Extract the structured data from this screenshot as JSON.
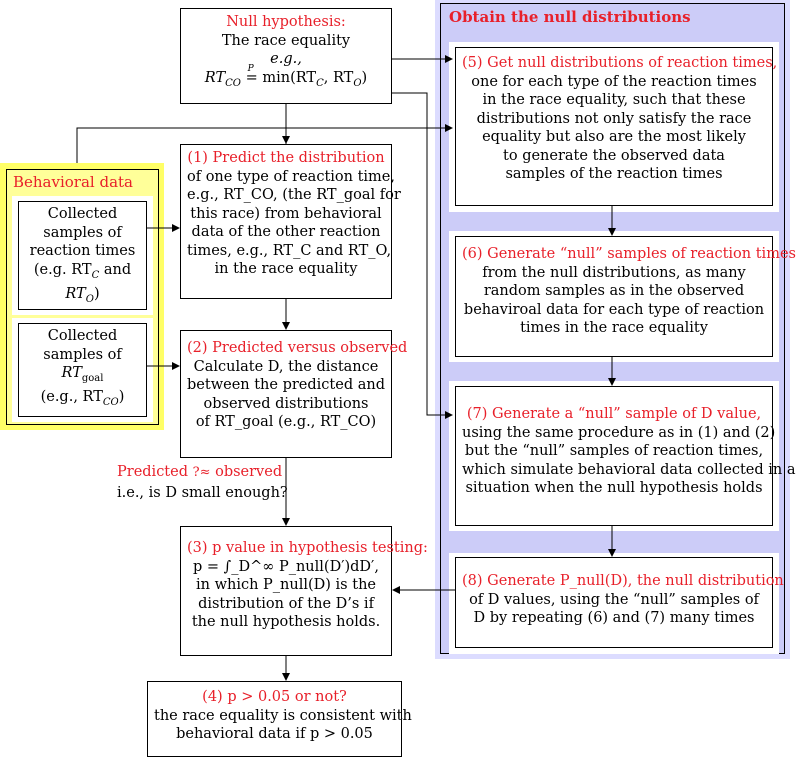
{
  "colors": {
    "red": "#e8202a",
    "left_panel_fill": "#ffff99",
    "left_panel_glow": "#ffff66",
    "right_panel_fill": "#ccccf8",
    "right_panel_glow": "#dcdcff"
  },
  "panels": {
    "behavioral": {
      "title": "Behavioral data"
    },
    "null_dist": {
      "title": "Obtain the null distributions"
    }
  },
  "null_hyp": {
    "title": "Null hypothesis:",
    "line1": "The race equality",
    "line2": "e.g.,",
    "formula_lhs": "RT",
    "formula_lhs_sub": "CO",
    "formula_op": "P",
    "formula_rhs": "min(RT",
    "formula_rhs_sub1": "C",
    "formula_rhs_sep": ", RT",
    "formula_rhs_sub2": "O",
    "formula_rhs_end": ")"
  },
  "collected1": {
    "l1": "Collected",
    "l2": "samples of",
    "l3": "reaction times",
    "l4_pre": "(e.g. RT",
    "l4_sub": "C",
    "l4_post": " and",
    "l5_pre": "RT",
    "l5_sub": "O",
    "l5_post": ")"
  },
  "collected2": {
    "l1": "Collected",
    "l2": "samples of",
    "l3_pre": "RT",
    "l3_sub": "goal",
    "l4_pre": "(e.g., RT",
    "l4_sub": "CO",
    "l4_post": ")"
  },
  "box1": {
    "title": "(1) Predict the distribution",
    "l1": "of one type of reaction time,",
    "l2": "e.g., RT_CO, (the RT_goal for",
    "l3": "this race) from behavioral",
    "l4": "data of the other reaction",
    "l5": "times, e.g., RT_C and RT_O,",
    "l6": "in the race equality"
  },
  "box2": {
    "title": "(2) Predicted versus observed",
    "l1": "Calculate D, the distance",
    "l2": "between the predicted and",
    "l3": "observed distributions",
    "l4": "of RT_goal (e.g., RT_CO)"
  },
  "predicted": {
    "l1_pre": "Predicted",
    "l1_sym": "?≈",
    "l1_post": "observed",
    "l2": "i.e., is D small enough?"
  },
  "box3": {
    "title": "(3) p value in hypothesis testing:",
    "l1": "p = ∫_D^∞ P_null(D′)dD′,",
    "l2": "in which P_null(D) is the",
    "l3": "distribution of the D’s if",
    "l4": "the null hypothesis holds."
  },
  "box4": {
    "title": "(4) p > 0.05 or not?",
    "l1": "the race equality is consistent with",
    "l2": "behavioral data if p > 0.05"
  },
  "box5": {
    "title": "(5) Get null distributions of reaction times,",
    "l1": "one for each type of the reaction times",
    "l2": "in the race equality, such that these",
    "l3": "distributions not only satisfy the race",
    "l4": "equality but also are the most likely",
    "l5": "to generate the observed data",
    "l6": "samples of the reaction times"
  },
  "box6": {
    "title": "(6) Generate “null” samples of reaction times",
    "l1": "from the null distributions, as many",
    "l2": "random samples as in the observed",
    "l3": "behaviroal data for each type of reaction",
    "l4": "times in the race equality"
  },
  "box7": {
    "title": "(7) Generate a “null” sample of D value,",
    "l1": "using the same procedure as in (1) and (2)",
    "l2": "but the “null” samples of reaction times,",
    "l3": "which simulate behavioral data collected in a",
    "l4": "situation when the null hypothesis holds"
  },
  "box8": {
    "title": "(8) Generate P_null(D), the null distribution",
    "l1": "of D values, using the “null” samples of",
    "l2": "D by repeating (6) and (7) many times"
  }
}
